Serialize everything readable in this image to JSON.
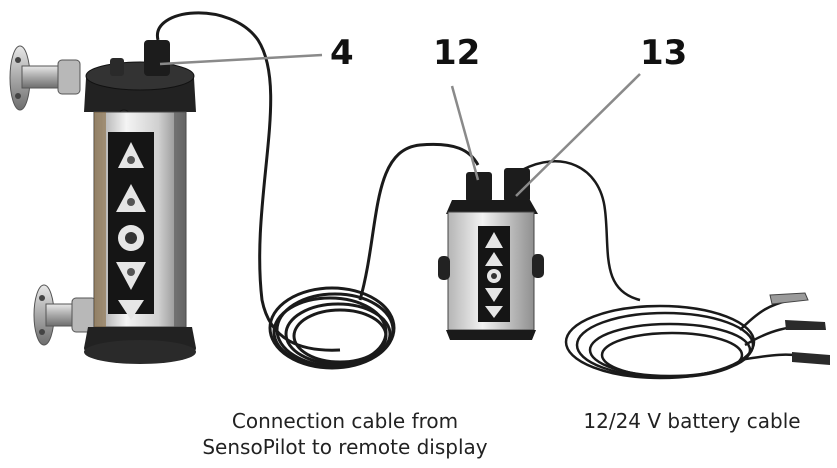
{
  "callouts": {
    "sensor_connector": "4",
    "display_connector_left": "12",
    "display_connector_right": "13"
  },
  "captions": {
    "connection_cable_line1": "Connection cable from",
    "connection_cable_line2": "SensoPilot to remote display",
    "battery_cable": "12/24 V battery cable"
  },
  "colors": {
    "cable": "#1a1a1a",
    "housing_dark": "#222222",
    "housing_light": "#d9d9d9",
    "leader_line": "#8a8a8a"
  }
}
